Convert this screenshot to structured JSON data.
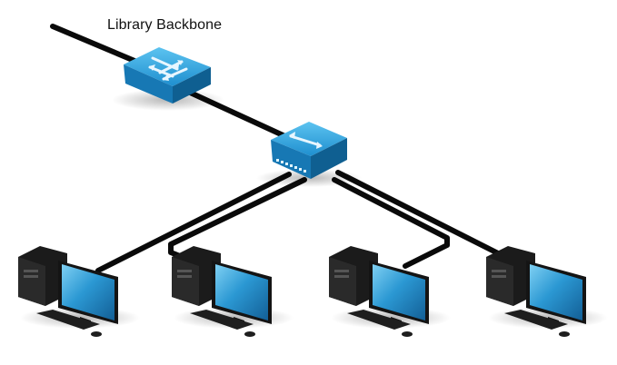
{
  "diagram": {
    "label": "Library Backbone",
    "colors": {
      "cable": "#0a0a0a",
      "device_top": "#2fa3dd",
      "device_front": "#1778b4",
      "device_side": "#0f5f91",
      "arrow": "#e8f6ff",
      "tower": "#1b1b1b",
      "screen": "#1f86c4",
      "screen_light": "#7fd0f3",
      "port": "#dff4ff"
    },
    "nodes": [
      {
        "id": "router",
        "type": "router-icon"
      },
      {
        "id": "switch",
        "type": "switch-icon"
      },
      {
        "id": "pc-1",
        "type": "workstation-icon"
      },
      {
        "id": "pc-2",
        "type": "workstation-icon"
      },
      {
        "id": "pc-3",
        "type": "workstation-icon"
      },
      {
        "id": "pc-4",
        "type": "workstation-icon"
      }
    ],
    "links": [
      {
        "from": "backbone",
        "to": "router"
      },
      {
        "from": "router",
        "to": "switch"
      },
      {
        "from": "switch",
        "to": "pc-1"
      },
      {
        "from": "switch",
        "to": "pc-2"
      },
      {
        "from": "switch",
        "to": "pc-3"
      },
      {
        "from": "switch",
        "to": "pc-4"
      }
    ]
  }
}
